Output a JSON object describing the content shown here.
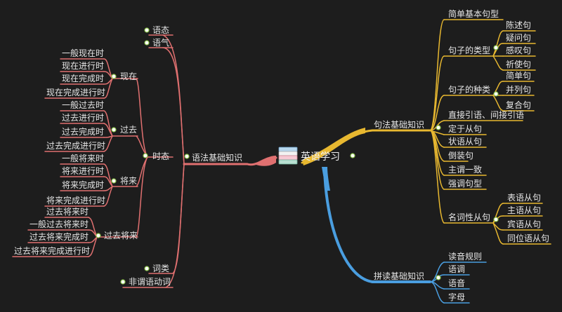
{
  "central": {
    "title": "英语学习"
  },
  "colors": {
    "background": "#1d1d1d",
    "grammar": "#e07070",
    "sentence": "#e8b830",
    "phonics": "#4a9ee0",
    "text": "#e6e6e6",
    "dot_fill": "#ffffff",
    "dot_ring": "#8bc34a"
  },
  "grammar": {
    "label": "语法基础知识",
    "tense": {
      "label": "时态",
      "present": {
        "label": "现在",
        "items": [
          "一般现在时",
          "现在进行时",
          "现在完成时",
          "现在完成进行时"
        ]
      },
      "past": {
        "label": "过去",
        "items": [
          "一般过去时",
          "过去进行时",
          "过去完成时",
          "过去完成进行时"
        ]
      },
      "future": {
        "label": "将来",
        "items": [
          "一般将来时",
          "将来进行时",
          "将来完成时",
          "将来完成进行时"
        ]
      },
      "past_future": {
        "label": "过去将来",
        "items": [
          "过去将来时",
          "一般过去将来时",
          "过去将来完成时",
          "过去将来完成进行时"
        ]
      }
    },
    "voice": "语态",
    "mood": "语气",
    "parts_of_speech": "词类",
    "nonfinite": "非谓语动词"
  },
  "sentence": {
    "label": "句法基础知识",
    "basic_patterns": "简单基本句型",
    "types": {
      "label": "句子的类型",
      "items": [
        "陈述句",
        "疑问句",
        "感叹句",
        "祈使句"
      ]
    },
    "kinds": {
      "label": "句子的种类",
      "items": [
        "简单句",
        "并列句",
        "复合句"
      ]
    },
    "speech": "直接引语、间接引语",
    "attributive": "定于从句",
    "adverbial": "状语从句",
    "inversion": "倒装句",
    "agreement": "主谓一致",
    "emphasis": "强调句型",
    "nominal": {
      "label": "名词性从句",
      "items": [
        "表语从句",
        "主语从句",
        "宾语从句",
        "同位语从句"
      ]
    }
  },
  "phonics": {
    "label": "拼读基础知识",
    "items": [
      "读音规则",
      "语调",
      "语音",
      "字母"
    ]
  }
}
